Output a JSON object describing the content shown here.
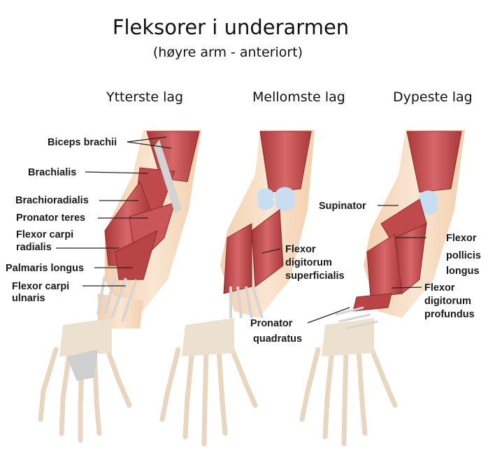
{
  "title": "Fleksorer i underarmen",
  "subtitle": "(høyre arm - anteriort)",
  "columns": [
    "Ytterste lag",
    "Mellomste lag",
    "Dypeste lag"
  ],
  "labels": {
    "biceps": "Biceps brachii",
    "brachialis": "Brachialis",
    "brachioradialis": "Brachioradialis",
    "pronator_teres": "Pronator teres",
    "fcr_1": "Flexor carpi",
    "fcr_2": "radialis",
    "palmaris": "Palmaris longus",
    "fcu_1": "Flexor carpi",
    "fcu_2": "ulnaris",
    "fds_1": "Flexor",
    "fds_2": "digitorum",
    "fds_3": "superficialis",
    "supinator": "Supinator",
    "fpl_1": "Flexor",
    "fpl_2": "pollicis",
    "fpl_3": "longus",
    "fdp_1": "Flexor",
    "fdp_2": "digitorum",
    "fdp_3": "profundus",
    "pq_1": "Pronator",
    "pq_2": "quadratus"
  },
  "colors": {
    "muscle": "#c8504e",
    "muscle_dark": "#9e3434",
    "skin": "#f7dcc2",
    "tendon": "#d8d8d8",
    "bone": "#f0e2cf",
    "cartilage": "#c9ddf0"
  }
}
